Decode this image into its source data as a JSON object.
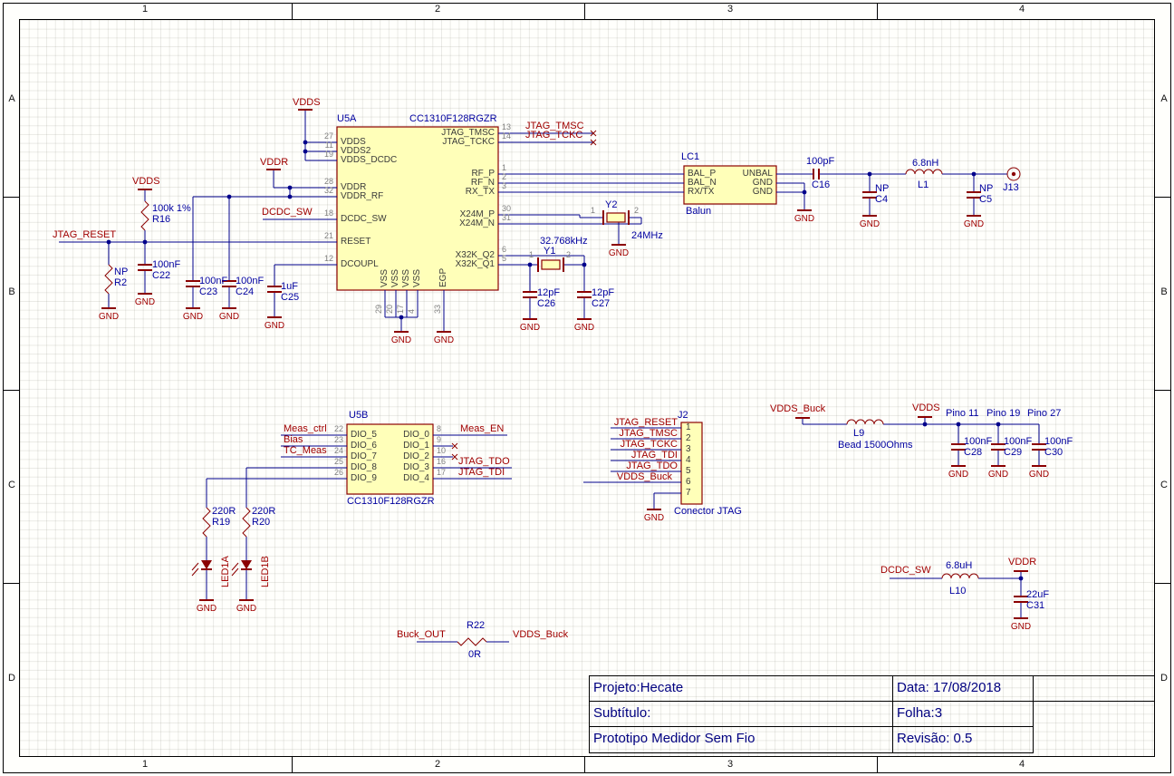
{
  "sheet": {
    "zones_top": [
      "1",
      "2",
      "3",
      "4"
    ],
    "zones_side": [
      "A",
      "B",
      "C",
      "D"
    ]
  },
  "title_block": {
    "project": "Projeto:Hecate",
    "date": "Data: 17/08/2018",
    "subtitle": "Subtítulo:",
    "folha": "Folha:3",
    "description": "Prototipo Medidor Sem Fio",
    "revision": "Revisão: 0.5"
  },
  "u5a": {
    "ref": "U5A",
    "part": "CC1310F128RGZR",
    "left_pins": [
      {
        "num": "27",
        "name": "VDDS"
      },
      {
        "num": "11",
        "name": "VDDS2"
      },
      {
        "num": "19",
        "name": "VDDS_DCDC"
      },
      {
        "num": "28",
        "name": "VDDR"
      },
      {
        "num": "32",
        "name": "VDDR_RF"
      },
      {
        "num": "18",
        "name": "DCDC_SW"
      },
      {
        "num": "21",
        "name": "RESET"
      },
      {
        "num": "12",
        "name": "DCOUPL"
      }
    ],
    "right_pins": [
      {
        "num": "13",
        "name": "JTAG_TMSC"
      },
      {
        "num": "14",
        "name": "JTAG_TCKC"
      },
      {
        "num": "1",
        "name": "RF_P"
      },
      {
        "num": "2",
        "name": "RF_N"
      },
      {
        "num": "3",
        "name": "RX_TX"
      },
      {
        "num": "30",
        "name": "X24M_P"
      },
      {
        "num": "31",
        "name": "X24M_N"
      },
      {
        "num": "6",
        "name": "X32K_Q2"
      },
      {
        "num": "5",
        "name": "X32K_Q1"
      }
    ],
    "bottom_pins": [
      {
        "num": "29",
        "name": "VSS"
      },
      {
        "num": "20",
        "name": "VSS"
      },
      {
        "num": "17",
        "name": "VSS"
      },
      {
        "num": "4",
        "name": "VSS"
      },
      {
        "num": "33",
        "name": "EGP"
      }
    ]
  },
  "u5b": {
    "ref": "U5B",
    "part": "CC1310F128RGZR",
    "left_pins": [
      {
        "num": "22",
        "name": "DIO_5"
      },
      {
        "num": "23",
        "name": "DIO_6"
      },
      {
        "num": "24",
        "name": "DIO_7"
      },
      {
        "num": "25",
        "name": "DIO_8"
      },
      {
        "num": "26",
        "name": "DIO_9"
      }
    ],
    "right_pins": [
      {
        "num": "8",
        "name": "DIO_0"
      },
      {
        "num": "9",
        "name": "DIO_1"
      },
      {
        "num": "10",
        "name": "DIO_2"
      },
      {
        "num": "16",
        "name": "DIO_3"
      },
      {
        "num": "17",
        "name": "DIO_4"
      }
    ]
  },
  "balun": {
    "ref": "LC1",
    "comment": "Balun",
    "left_pins": [
      "BAL_P",
      "BAL_N",
      "RX/TX"
    ],
    "right_pins": [
      "UNBAL",
      "GND",
      "GND"
    ]
  },
  "j2": {
    "ref": "J2",
    "comment": "Conector JTAG",
    "pin_numbers": [
      "1",
      "2",
      "3",
      "4",
      "5",
      "6",
      "7"
    ]
  },
  "j13": {
    "ref": "J13"
  },
  "crystals": {
    "y1": {
      "ref": "Y1",
      "freq": "32.768kHz",
      "p1": "1",
      "p2": "2"
    },
    "y2": {
      "ref": "Y2",
      "freq": "24MHz",
      "p1": "1",
      "p2": "2"
    }
  },
  "parts": {
    "r16": {
      "ref": "R16",
      "value": "100k 1%"
    },
    "r2": {
      "ref": "R2",
      "value": "NP"
    },
    "r19": {
      "ref": "R19",
      "value": "220R"
    },
    "r20": {
      "ref": "R20",
      "value": "220R"
    },
    "r22": {
      "ref": "R22",
      "value": "0R"
    },
    "c22": {
      "ref": "C22",
      "value": "100nF"
    },
    "c23": {
      "ref": "C23",
      "value": "100nF"
    },
    "c24": {
      "ref": "C24",
      "value": "100nF"
    },
    "c25": {
      "ref": "C25",
      "value": "1uF"
    },
    "c26": {
      "ref": "C26",
      "value": "12pF"
    },
    "c27": {
      "ref": "C27",
      "value": "12pF"
    },
    "c16": {
      "ref": "C16",
      "value": "100pF"
    },
    "c4": {
      "ref": "C4",
      "value": "NP"
    },
    "c5": {
      "ref": "C5",
      "value": "NP"
    },
    "c28": {
      "ref": "C28",
      "value": "100nF"
    },
    "c29": {
      "ref": "C29",
      "value": "100nF"
    },
    "c30": {
      "ref": "C30",
      "value": "100nF"
    },
    "c31": {
      "ref": "C31",
      "value": "22uF"
    },
    "l1": {
      "ref": "L1",
      "value": "6.8nH"
    },
    "l9": {
      "ref": "L9",
      "value": "Bead 1500Ohms"
    },
    "l10": {
      "ref": "L10",
      "value": "6.8uH"
    },
    "led1a": {
      "ref": "LED1A"
    },
    "led1b": {
      "ref": "LED1B"
    }
  },
  "nets": {
    "jtag_reset": "JTAG_RESET",
    "jtag_tmsc": "JTAG_TMSC",
    "jtag_tckc": "JTAG_TCKC",
    "jtag_tdi": "JTAG_TDI",
    "jtag_tdo": "JTAG_TDO",
    "dcdc_sw": "DCDC_SW",
    "meas_ctrl": "Meas_ctrl",
    "bias": "Bias",
    "tc_meas": "TC_Meas",
    "meas_en": "Meas_EN",
    "vdds_buck": "VDDS_Buck",
    "buck_out": "Buck_OUT"
  },
  "power": {
    "vdds": "VDDS",
    "vddr": "VDDR",
    "gnd": "GND"
  },
  "notes": {
    "pino11": "Pino 11",
    "pino19": "Pino 19",
    "pino27": "Pino 27"
  },
  "colors": {
    "sheet_bg": "#FFFFFC",
    "wire": "#00008B",
    "symbol": "#8B0000",
    "component_fill": "#FFFFB9",
    "net_label": "#A00000",
    "designator": "#0000A0",
    "pin_number": "#808080",
    "pin_name": "#3A3A3A",
    "title_text": "#000080"
  }
}
